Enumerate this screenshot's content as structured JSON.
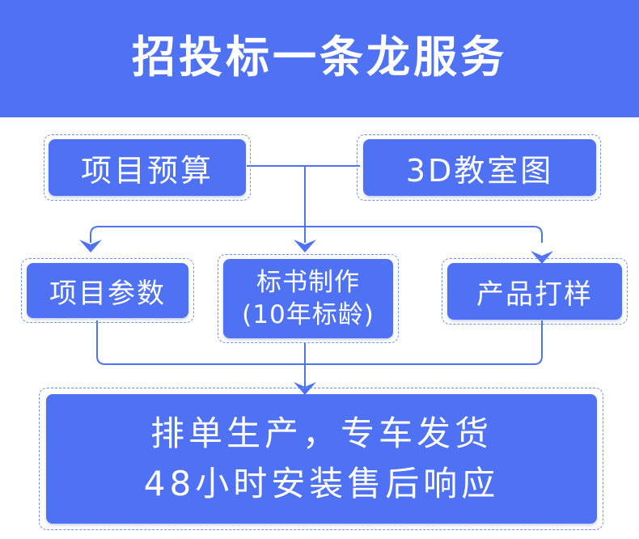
{
  "header": {
    "title": "招投标一条龙服务"
  },
  "top_row": {
    "budget": "项目预算",
    "classroom": "3D教室图"
  },
  "middle_row": {
    "params": "项目参数",
    "bid_doc": {
      "line1": "标书制作",
      "line2": "(10年标龄)"
    },
    "sample": "产品打样"
  },
  "bottom": {
    "line1": "排单生产，专车发货",
    "line2": "48小时安装售后响应"
  },
  "colors": {
    "primary": "#4f72f5",
    "dashed_border": "#6f90f5",
    "background": "#ffffff"
  }
}
